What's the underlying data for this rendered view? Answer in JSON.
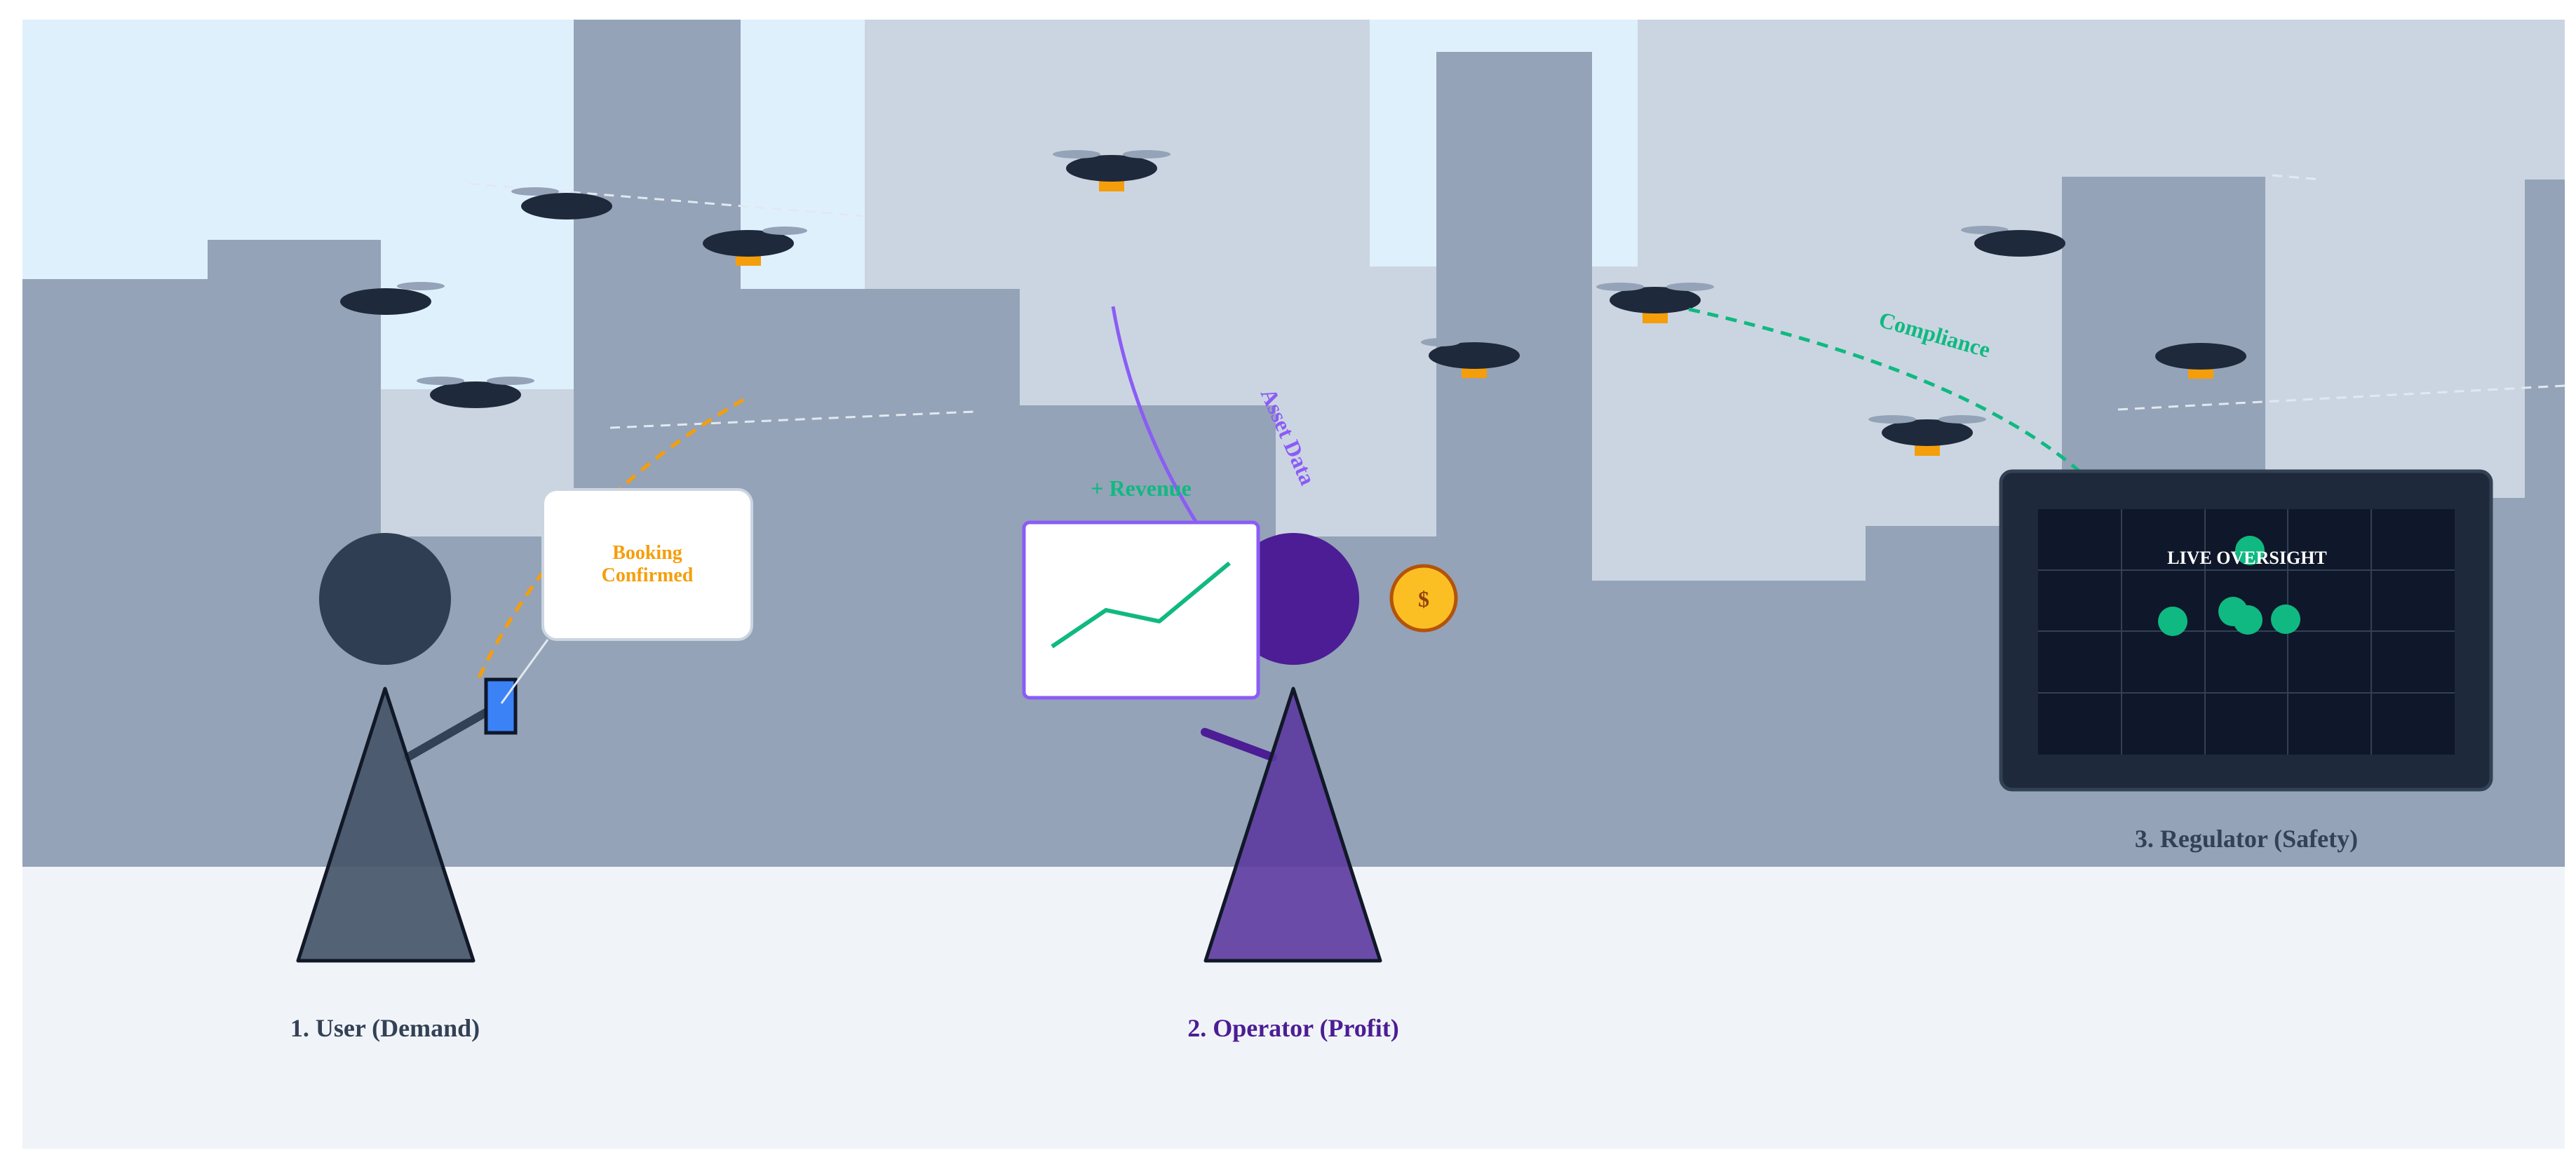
{
  "labels": {
    "user": "1. User (Demand)",
    "operator": "2. Operator (Profit)",
    "regulator": "3. Regulator (Safety)",
    "booking_line1": "Booking",
    "booking_line2": "Confirmed",
    "revenue": "+ Revenue",
    "asset_data": "Asset Data",
    "compliance": "Compliance",
    "live_oversight": "LIVE OVERSIGHT",
    "coin_symbol": "$"
  },
  "colors": {
    "sky": "#dff0fd",
    "building_far": "#cbd5e1",
    "building_near": "#94a3b8",
    "ground": "#f0f4f8",
    "user_body": "#2f3e52",
    "user_cloak": "#475569",
    "phone": "#3b82f6",
    "booking_accent": "#f59e0b",
    "operator_body": "#4c1d95",
    "operator_cloak": "#5b3a9e",
    "operator_accent": "#8b5cf6",
    "revenue_green": "#10b981",
    "coin": "#fbbf24",
    "drone": "#1e293b",
    "drone_package": "#f59e0b",
    "monitor_frame": "#1e293b",
    "monitor_screen": "#0f172a"
  },
  "icons": {
    "phone": "smartphone-icon",
    "coin": "dollar-coin-icon",
    "chart": "line-chart-icon",
    "drone": "delivery-drone-icon"
  },
  "oversight": {
    "tracked_drones": 5
  }
}
